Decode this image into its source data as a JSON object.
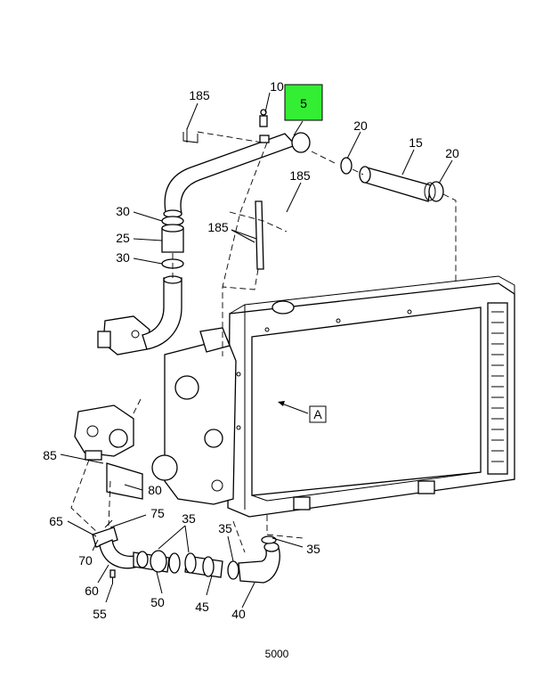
{
  "highlight": {
    "label": "5",
    "color": "#33ee33"
  },
  "callouts": {
    "c185a": "185",
    "c10": "10",
    "c20a": "20",
    "c15": "15",
    "c20b": "20",
    "c185b": "185",
    "c185c": "185",
    "c30a": "30",
    "c25": "25",
    "c30b": "30",
    "cA": "A",
    "c85": "85",
    "c80": "80",
    "c75": "75",
    "c65": "65",
    "c35a": "35",
    "c35b": "35",
    "c35c": "35",
    "c70": "70",
    "c60": "60",
    "c55": "55",
    "c50": "50",
    "c45": "45",
    "c40": "40"
  },
  "footer": {
    "code": "5000"
  },
  "colors": {
    "highlight_fill": "#33ee33",
    "line": "#000000",
    "background": "#ffffff"
  }
}
